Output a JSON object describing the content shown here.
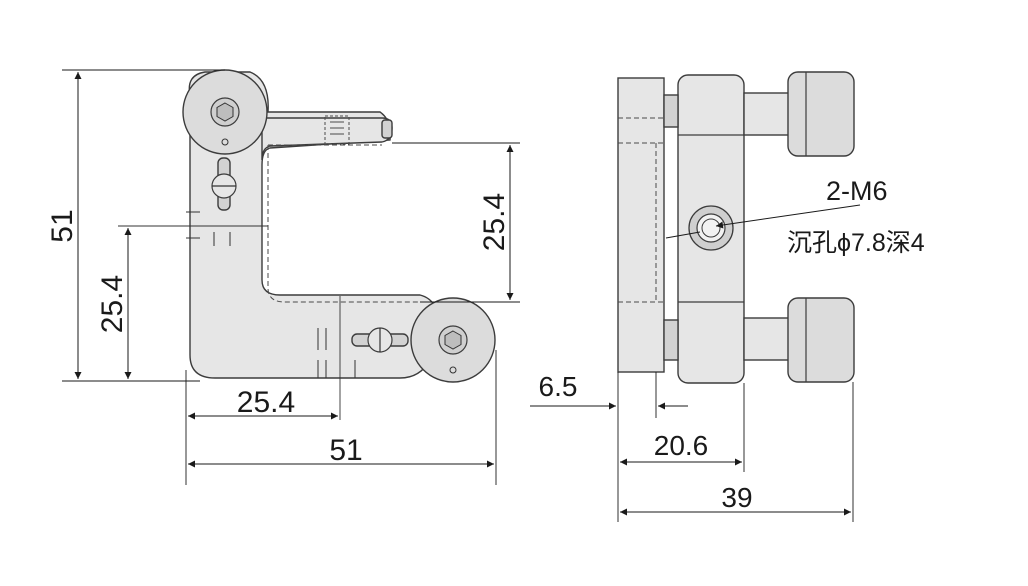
{
  "front_view": {
    "height_overall": "51",
    "height_center": "25.4",
    "opening_height": "25.4",
    "width_center": "25.4",
    "width_overall": "51"
  },
  "side_view": {
    "callout_holes": "2-M6",
    "callout_counterbore": "沉孔ϕ7.8深4",
    "plate_offset": "6.5",
    "body_width": "20.6",
    "depth_overall": "39"
  },
  "colors": {
    "part_fill": "#e6e6e6",
    "outline": "#3c3c3c",
    "dimension": "#1a1a1a"
  }
}
